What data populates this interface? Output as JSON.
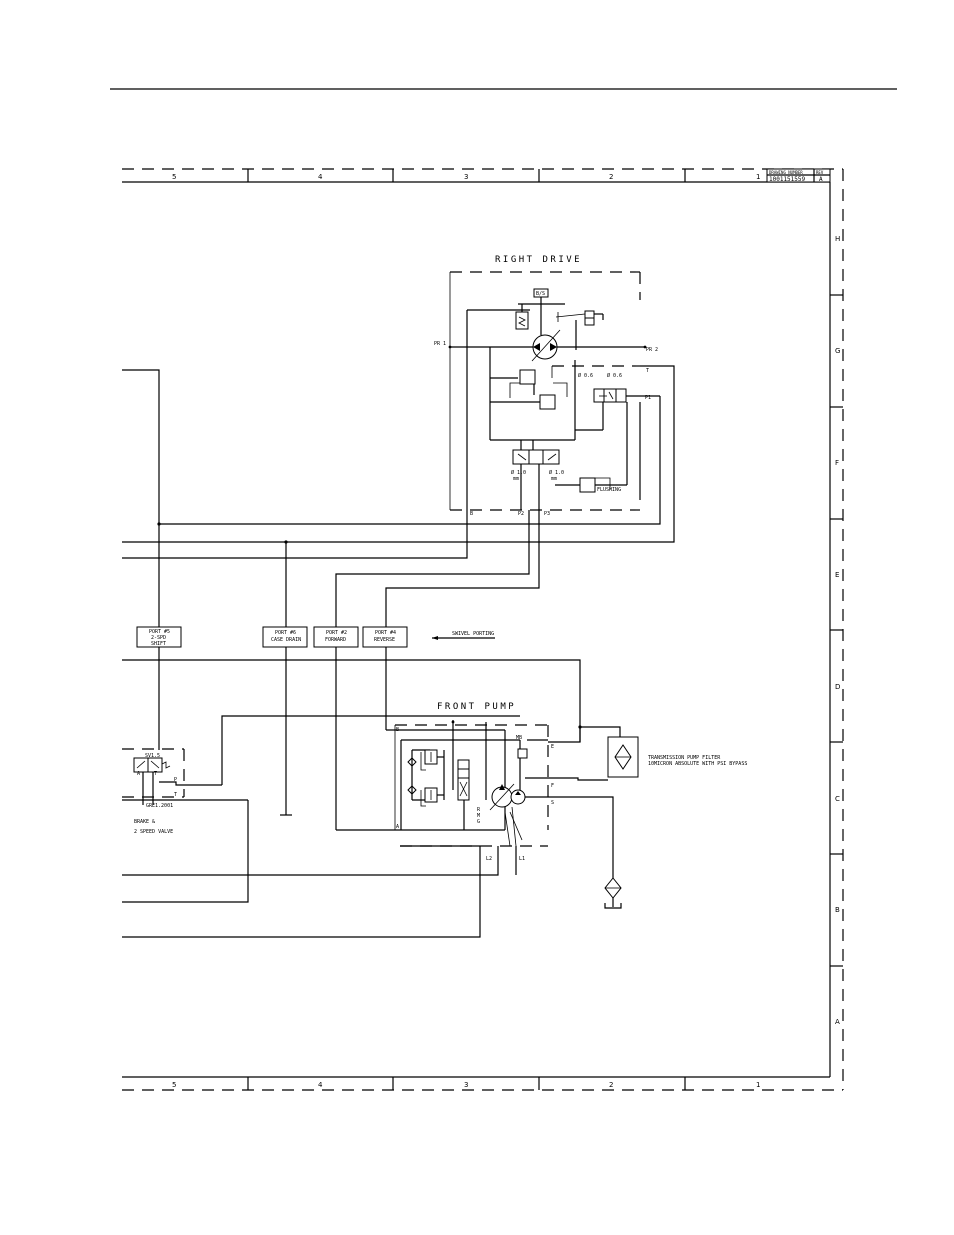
{
  "sheet": {
    "drawing_no": "1001151559",
    "rev": "A",
    "header_label": "DRAWING NUMBER",
    "rev_label": "REV",
    "columns": [
      "5",
      "4",
      "3",
      "2",
      "1"
    ],
    "rows": [
      "H",
      "G",
      "F",
      "E",
      "D",
      "C",
      "B",
      "A"
    ]
  },
  "right_drive": {
    "title": "RIGHT DRIVE",
    "pressure_tag": "PR 1",
    "pressure_tag2": "PR 2",
    "orifice_1": "Ø 0.6",
    "orifice_2": "Ø 0.6",
    "orifice_3": "Ø 1.0",
    "orifice_3_unit": "mm",
    "orifice_4": "Ø 1.0",
    "orifice_4_unit": "mm",
    "flushing": "FLUSHING",
    "port_t": "T",
    "port_p1": "P1",
    "port_b": "B",
    "port_p2": "P2",
    "port_p3": "P3",
    "top_tag": "B/S"
  },
  "ports": [
    {
      "label": "PORT #5",
      "sub1": "2-SPD",
      "sub2": "SHIFT"
    },
    {
      "label": "PORT #6",
      "sub1": "CASE DRAIN",
      "sub2": ""
    },
    {
      "label": "PORT #2",
      "sub1": "FORWARD",
      "sub2": ""
    },
    {
      "label": "PORT #4",
      "sub1": "REVERSE",
      "sub2": ""
    }
  ],
  "swivel": "SWIVEL PORTING",
  "front_pump": {
    "title": "FRONT PUMP",
    "port_b": "B",
    "port_a": "A",
    "port_mb": "MB",
    "port_e": "E",
    "port_f": "F",
    "port_s": "S",
    "port_l1": "L1",
    "port_l2": "L2",
    "port_r": "R",
    "port_m": "M",
    "port_g": "G"
  },
  "brake_valve": {
    "tag": "SV1.5",
    "part": "GRE1.2001",
    "label1": "BRAKE &",
    "label2": "2 SPEED VALVE",
    "port_p": "P",
    "port_t": "T",
    "port_a": "A",
    "port_tt": "T"
  },
  "filter_note": {
    "line1": "TRANSMISSION PUMP FILTER",
    "line2": "10MICRON ABSOLUTE WITH PSI BYPASS"
  }
}
